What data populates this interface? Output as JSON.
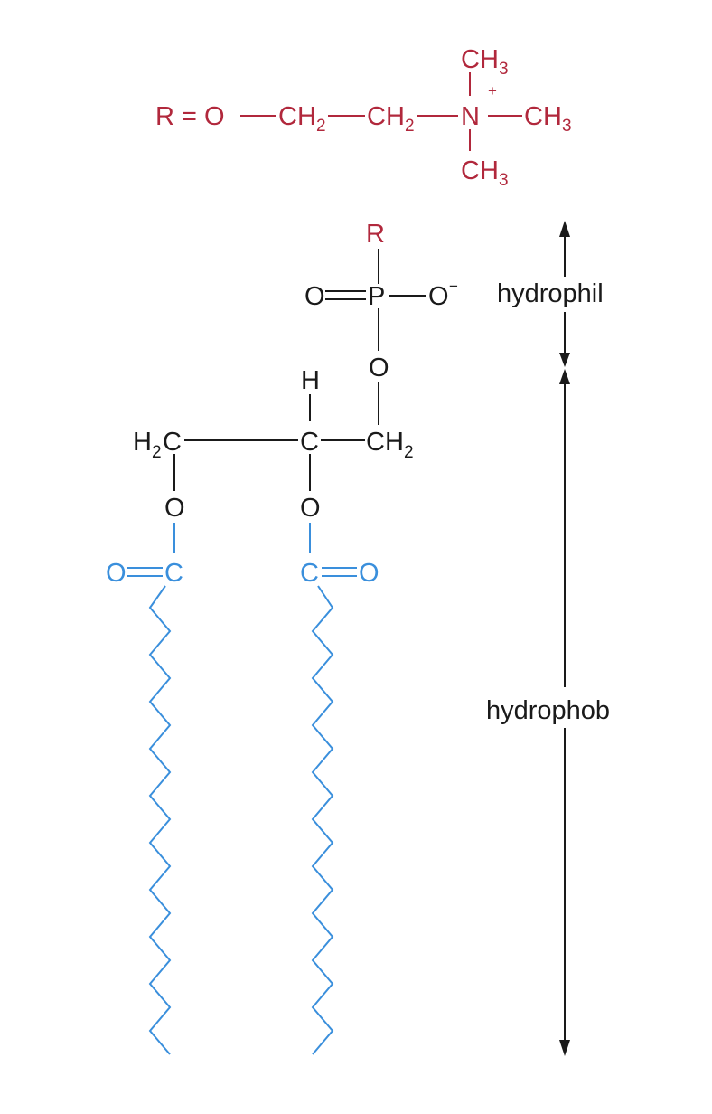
{
  "colors": {
    "headgroup": "#b1283c",
    "backbone": "#1a1a1a",
    "acyl": "#3a8fdc"
  },
  "headgroup": {
    "r_def": "R = O",
    "ch2": "CH",
    "two": "2",
    "n": "N",
    "plus": "+",
    "ch3": "CH",
    "three": "3"
  },
  "backbone": {
    "r": "R",
    "o": "O",
    "p": "P",
    "minus": "−",
    "h": "H",
    "c": "C",
    "h2c": "H",
    "ch2": "CH",
    "two": "2"
  },
  "acyl": {
    "o": "O",
    "c": "C"
  },
  "labels": {
    "hydrophilic": "hydrophil",
    "hydrophobic": "hydrophob"
  }
}
